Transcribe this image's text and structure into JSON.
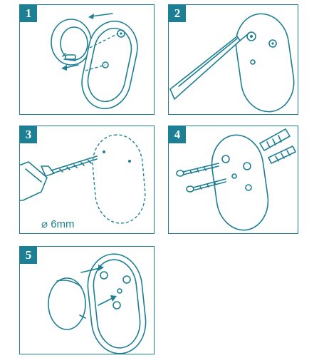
{
  "colors": {
    "accent": "#1d7f93",
    "background": "#ffffff"
  },
  "steps": [
    {
      "number": "1"
    },
    {
      "number": "2"
    },
    {
      "number": "3",
      "note": "⌀ 6mm"
    },
    {
      "number": "4"
    },
    {
      "number": "5"
    }
  ]
}
